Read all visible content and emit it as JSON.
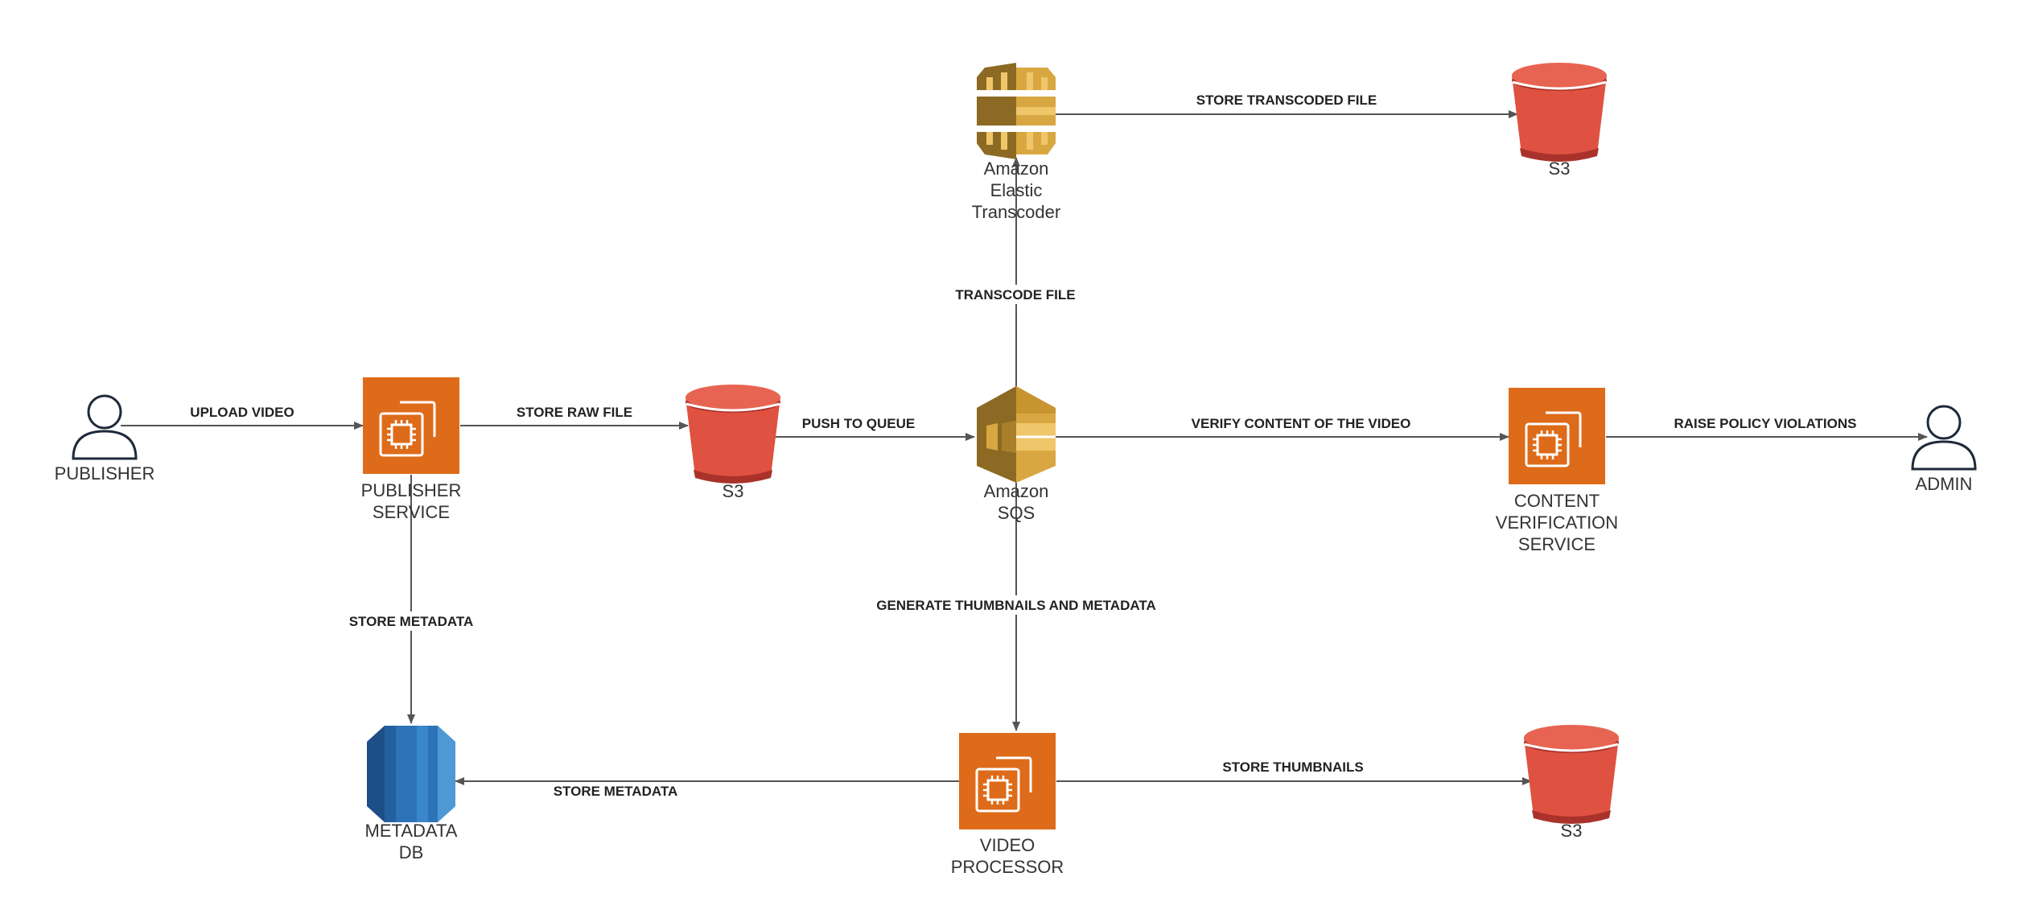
{
  "colors": {
    "ec2": "#de6b1a",
    "s3_body": "#df5141",
    "s3_top": "#e86452",
    "s3_dark": "#a9322a",
    "aws_gold": "#d9a741",
    "aws_gold_dark": "#8c6a23",
    "rds_blue": "#2e73b8",
    "user_stroke": "#1e2a3a",
    "edge": "#555555"
  },
  "nodes": {
    "publisher": {
      "icon": "user-icon",
      "lines": [
        "PUBLISHER"
      ]
    },
    "publisher_service": {
      "icon": "ec2-icon",
      "lines": [
        "PUBLISHER",
        "SERVICE"
      ]
    },
    "s3_raw": {
      "icon": "s3-bucket-icon",
      "lines": [
        "S3"
      ]
    },
    "sqs": {
      "icon": "sqs-icon",
      "lines": [
        "Amazon",
        "SQS"
      ]
    },
    "content_verification": {
      "icon": "ec2-icon",
      "lines": [
        "CONTENT",
        "VERIFICATION",
        "SERVICE"
      ]
    },
    "admin": {
      "icon": "user-icon",
      "lines": [
        "ADMIN"
      ]
    },
    "transcoder": {
      "icon": "elastic-transcoder-icon",
      "lines": [
        "Amazon",
        "Elastic",
        "Transcoder"
      ]
    },
    "s3_transcoded": {
      "icon": "s3-bucket-icon",
      "lines": [
        "S3"
      ]
    },
    "metadata_db": {
      "icon": "rds-database-icon",
      "lines": [
        "METADATA",
        "DB"
      ]
    },
    "video_processor": {
      "icon": "ec2-icon",
      "lines": [
        "VIDEO",
        "PROCESSOR"
      ]
    },
    "s3_thumbnails": {
      "icon": "s3-bucket-icon",
      "lines": [
        "S3"
      ]
    }
  },
  "edges": {
    "upload_video": "UPLOAD VIDEO",
    "store_raw_file": "STORE RAW FILE",
    "push_to_queue": "PUSH TO QUEUE",
    "verify_content": "VERIFY CONTENT OF THE VIDEO",
    "raise_policy_violations": "RAISE POLICY VIOLATIONS",
    "transcode_file": "TRANSCODE FILE",
    "store_transcoded_file": "STORE TRANSCODED FILE",
    "generate_thumbnails": "GENERATE THUMBNAILS AND METADATA",
    "store_metadata_publisher": "STORE METADATA",
    "store_metadata_processor": "STORE METADATA",
    "store_thumbnails": "STORE THUMBNAILS"
  }
}
